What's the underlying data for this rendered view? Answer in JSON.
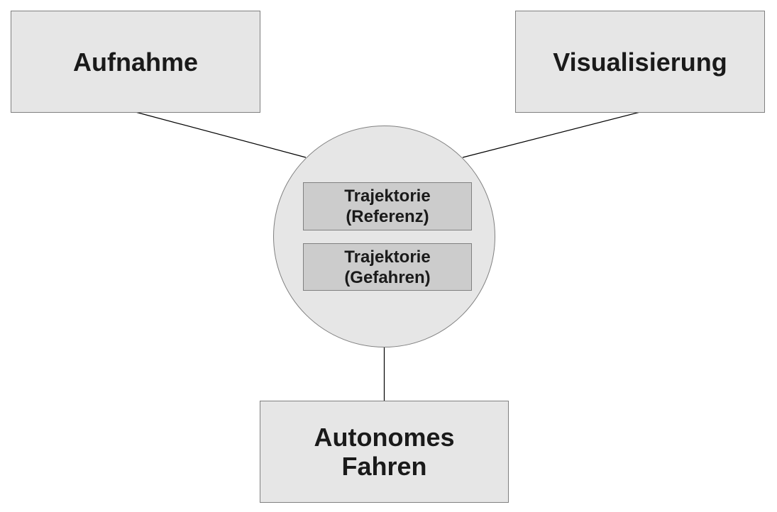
{
  "nodes": {
    "aufnahme": {
      "label": "Aufnahme"
    },
    "visualisierung": {
      "label": "Visualisierung"
    },
    "autonomes_fahren": {
      "label_line1": "Autonomes",
      "label_line2": "Fahren"
    }
  },
  "hub": {
    "items": [
      {
        "line1": "Trajektorie",
        "line2": "(Referenz)"
      },
      {
        "line1": "Trajektorie",
        "line2": "(Gefahren)"
      }
    ]
  },
  "colors": {
    "node_fill": "#e6e6e6",
    "inner_fill": "#cccccc",
    "border": "#808080",
    "line": "#000000",
    "text": "#1a1a1a"
  }
}
